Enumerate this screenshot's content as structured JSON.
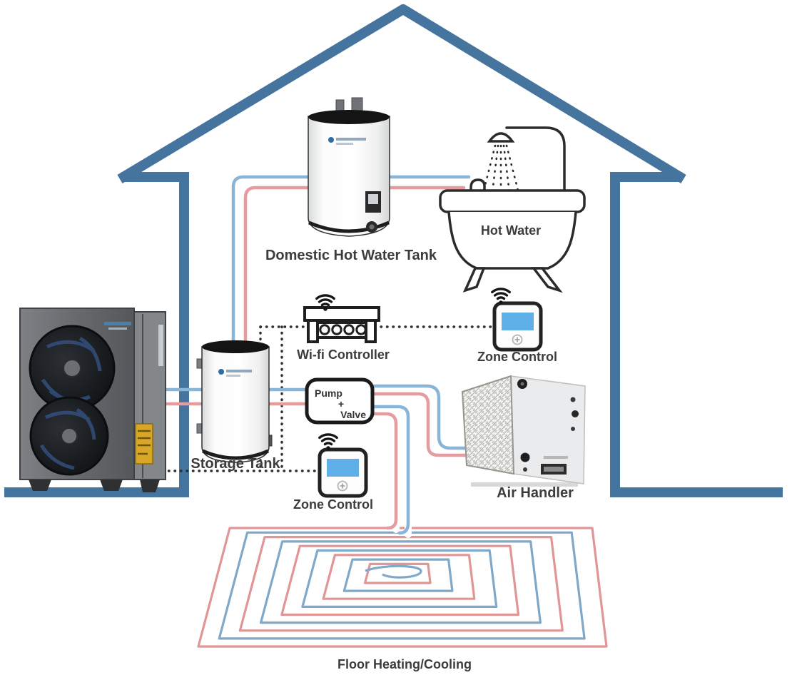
{
  "labels": {
    "dhw_tank": "Domestic Hot Water Tank",
    "hot_water": "Hot Water",
    "wifi_controller": "Wi-fi Controller",
    "zone_control_right": "Zone Control",
    "zone_control_bottom": "Zone Control",
    "storage_tank": "Storage Tank",
    "air_handler": "Air Handler",
    "floor": "Floor Heating/Cooling",
    "pump_valve": {
      "line1": "Pump",
      "line2": "+",
      "line3": "Valve"
    }
  },
  "colors": {
    "house_outline": "#45759e",
    "pipe_hot": "#e59c9e",
    "pipe_cold": "#8ab5d6",
    "control_wiring": "#2e2e2e",
    "thermostat_screen": "#5fb0e8",
    "label_text": "#3c3c3c",
    "warning_sticker": "#d8a728"
  }
}
